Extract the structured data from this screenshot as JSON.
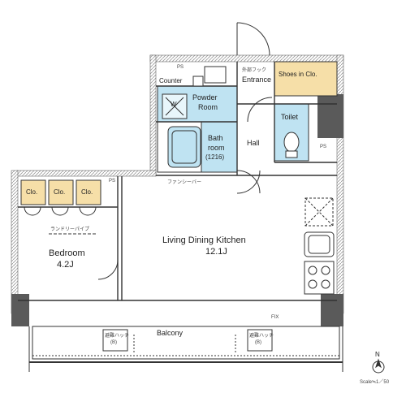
{
  "plan": {
    "rooms": {
      "ldk_name": "Living Dining Kitchen",
      "ldk_size": "12.1J",
      "bedroom_name": "Bedroom",
      "bedroom_size": "4.2J",
      "powder_line1": "Powder",
      "powder_line2": "Room",
      "bath_line1": "Bath",
      "bath_line2": "room",
      "bath_size": "(1216)",
      "toilet": "Toilet",
      "hall": "Hall",
      "entrance": "Entrance",
      "balcony": "Balcony",
      "shoes": "Shoes in Clo."
    },
    "labels": {
      "counter": "Counter",
      "ps_top": "PS",
      "ps_right": "PS",
      "ps_small": "PS",
      "closet_1": "Clo.",
      "closet_2": "Clo.",
      "closet_3": "Clo.",
      "washer": "W",
      "fan": "ファンシーバー",
      "laundry_pipe": "ランドリーパイプ",
      "fix": "FIX",
      "hook": "外部フック",
      "hatch1_line1": "避難ハッチ",
      "hatch1_line2": "(B)",
      "hatch2_line1": "避難ハッチ",
      "hatch2_line2": "(B)",
      "north": "N",
      "scale": "Scale≒1／50"
    },
    "colors": {
      "wet_area": "#bfe3f2",
      "closet": "#f6dfa8",
      "wall": "#5a5a5a",
      "hatch": "#dcdcdc"
    }
  }
}
